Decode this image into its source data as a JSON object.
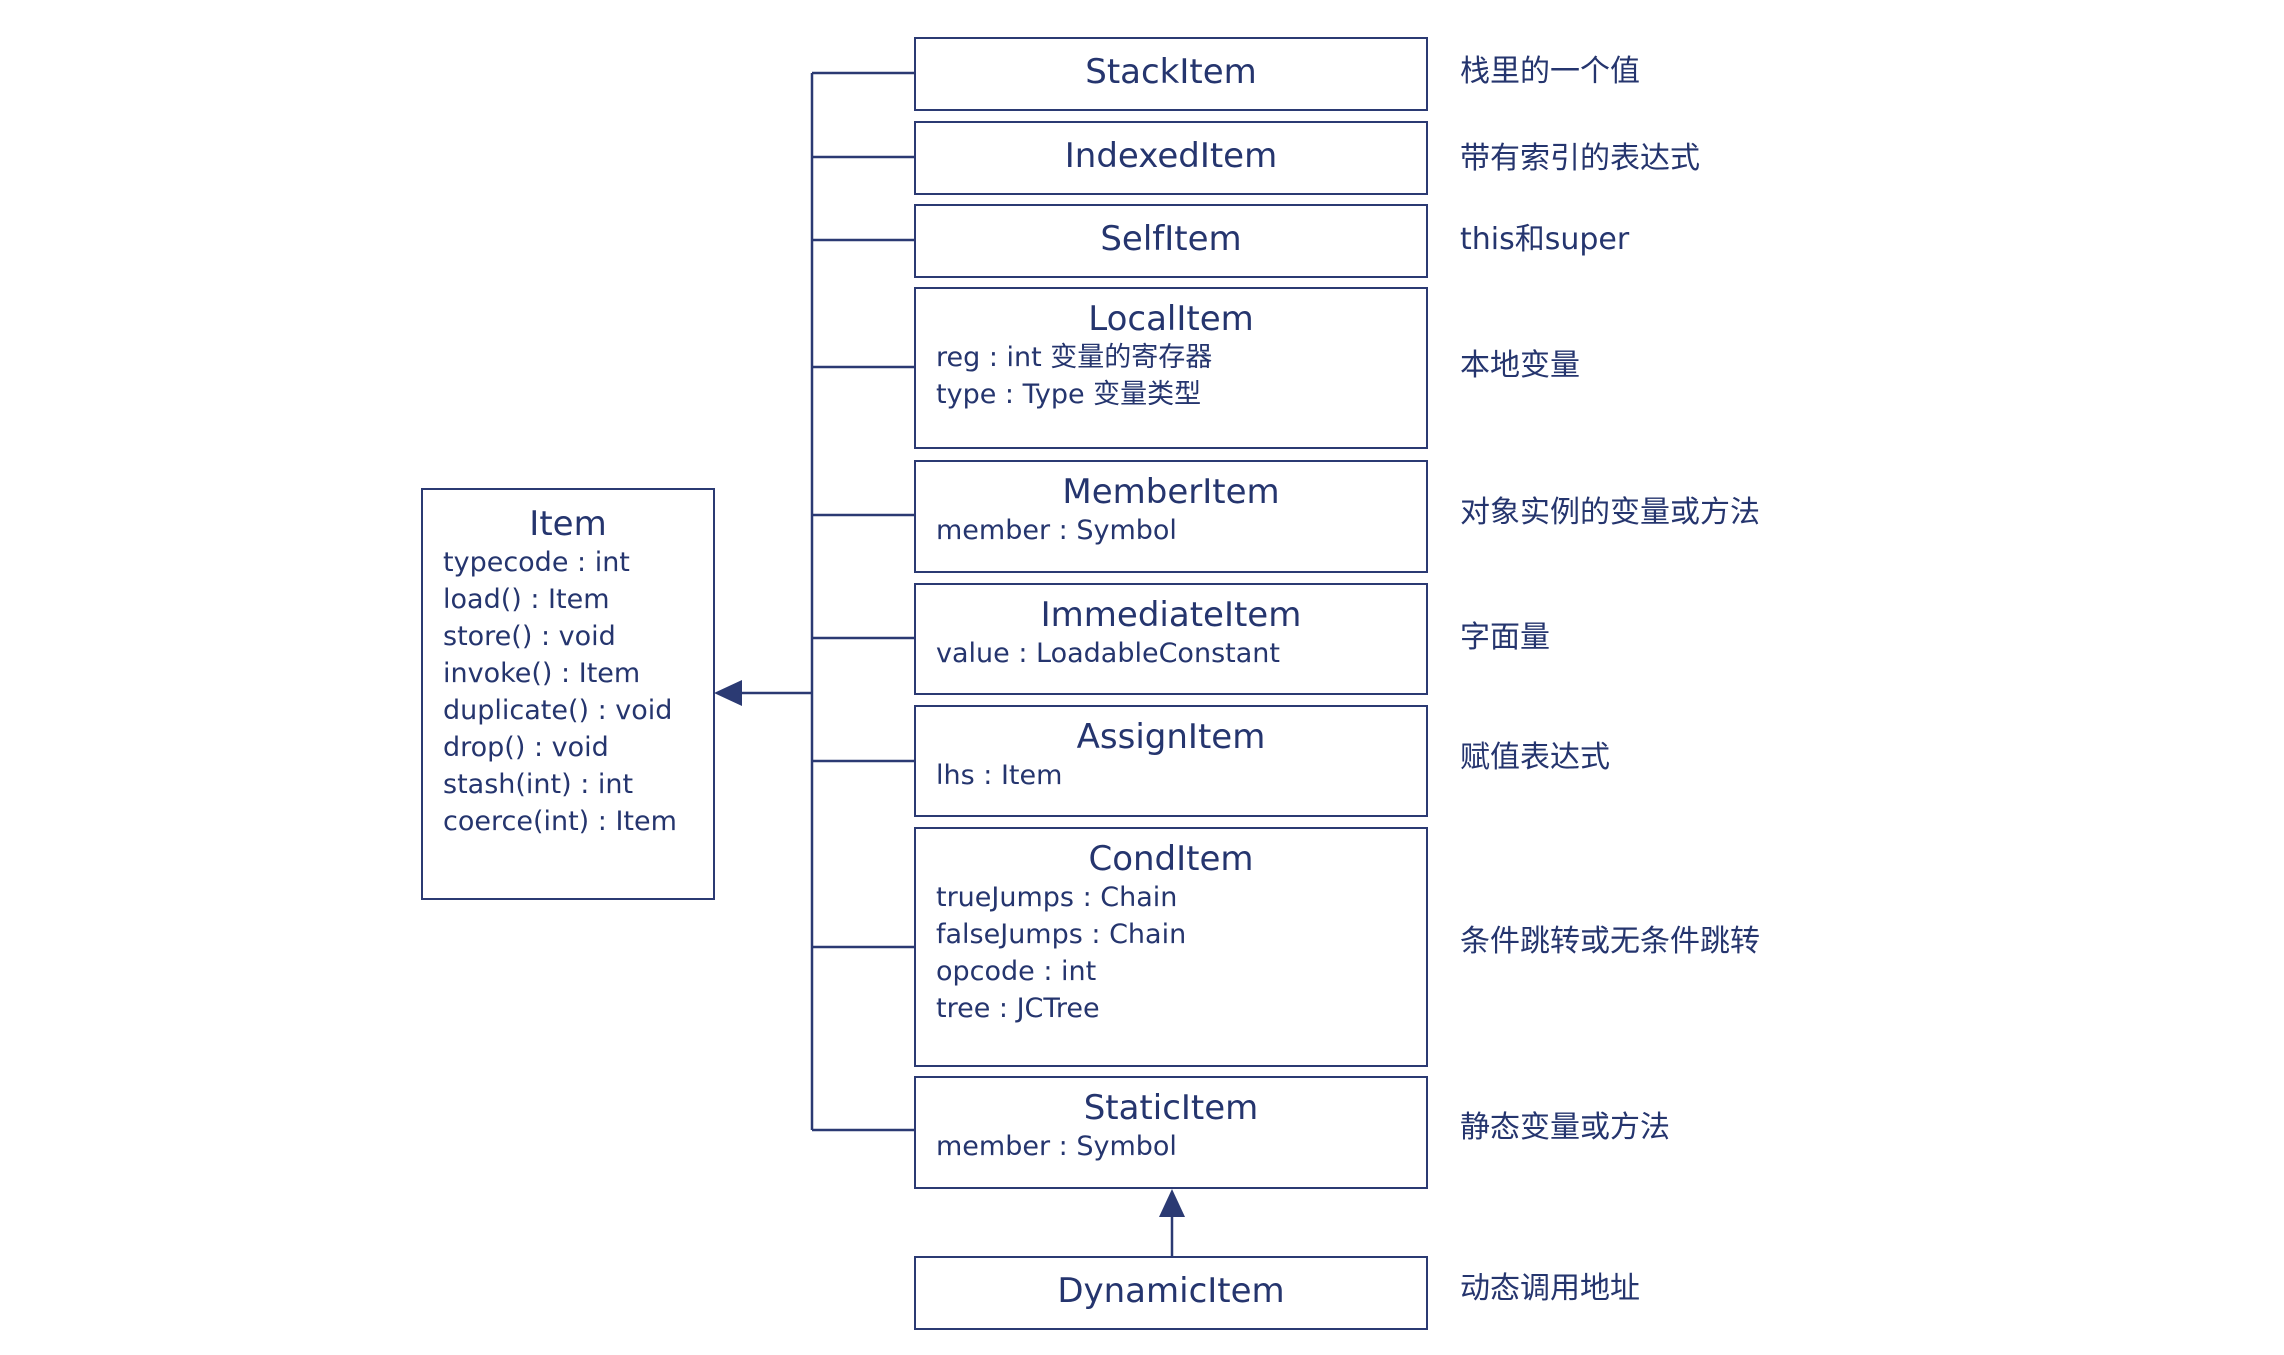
{
  "base": {
    "name": "Item",
    "members": [
      "typecode : int",
      "load() : Item",
      "store() : void",
      "invoke() : Item",
      "duplicate() : void",
      "drop() : void",
      "stash(int) : int",
      "coerce(int) : Item"
    ]
  },
  "subclasses": [
    {
      "name": "StackItem",
      "members": [],
      "desc": "栈里的一个值"
    },
    {
      "name": "IndexedItem",
      "members": [],
      "desc": "带有索引的表达式"
    },
    {
      "name": "SelfItem",
      "members": [],
      "desc": "this和super"
    },
    {
      "name": "LocalItem",
      "members": [
        "reg : int 变量的寄存器",
        "type : Type 变量类型"
      ],
      "desc": "本地变量"
    },
    {
      "name": "MemberItem",
      "members": [
        "member : Symbol"
      ],
      "desc": "对象实例的变量或方法"
    },
    {
      "name": "ImmediateItem",
      "members": [
        "value : LoadableConstant"
      ],
      "desc": "字面量"
    },
    {
      "name": "AssignItem",
      "members": [
        "lhs : Item"
      ],
      "desc": "赋值表达式"
    },
    {
      "name": "CondItem",
      "members": [
        "trueJumps : Chain",
        "falseJumps : Chain",
        "opcode : int",
        "tree : JCTree"
      ],
      "desc": "条件跳转或无条件跳转"
    },
    {
      "name": "StaticItem",
      "members": [
        "member : Symbol"
      ],
      "desc": "静态变量或方法"
    }
  ],
  "derived": {
    "name": "DynamicItem",
    "members": [],
    "desc": "动态调用地址"
  },
  "colors": {
    "line": "#2b3a73",
    "text": "#25356e"
  }
}
